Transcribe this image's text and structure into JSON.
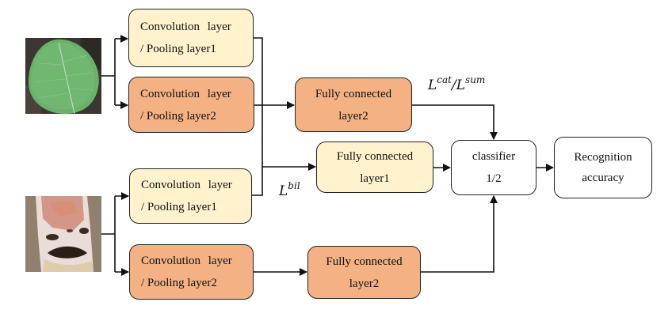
{
  "diagram": {
    "inputs": [
      {
        "name": "leaf-image",
        "subject": "leaf",
        "colors": {
          "bg": "#3a3530",
          "leaf": "#6fb56f"
        }
      },
      {
        "name": "bark-image",
        "subject": "tree-bark",
        "colors": {
          "bg": "#8a7a68",
          "bark": "#e8d8d0"
        }
      }
    ],
    "branch_top": {
      "conv1": {
        "line1": "Convolution  layer",
        "line2": "/ Pooling layer1"
      },
      "conv2": {
        "line1": "Convolution  layer",
        "line2": "/ Pooling layer2"
      },
      "fc2": {
        "line1": "Fully connected",
        "line2": "layer2"
      }
    },
    "branch_bottom": {
      "conv1": {
        "line1": "Convolution  layer",
        "line2": "/ Pooling layer1"
      },
      "conv2": {
        "line1": "Convolution  layer",
        "line2": "/ Pooling layer2"
      },
      "fc2": {
        "line1": "Fully connected",
        "line2": "layer2"
      }
    },
    "fc1": {
      "line1": "Fully connected",
      "line2": "layer1"
    },
    "classifier": {
      "line1": "classifier",
      "line2": "1/2"
    },
    "output": {
      "line1": "Recognition",
      "line2": "accuracy"
    },
    "labels": {
      "cat_sum": {
        "base1": "L",
        "sup1": "cat",
        "sep": "/",
        "base2": "L",
        "sup2": "sum"
      },
      "bil": {
        "base": "L",
        "sup": "bil"
      }
    },
    "colors": {
      "cream": "#FFF2CC",
      "orange": "#F4B183",
      "stroke": "#222222"
    }
  }
}
